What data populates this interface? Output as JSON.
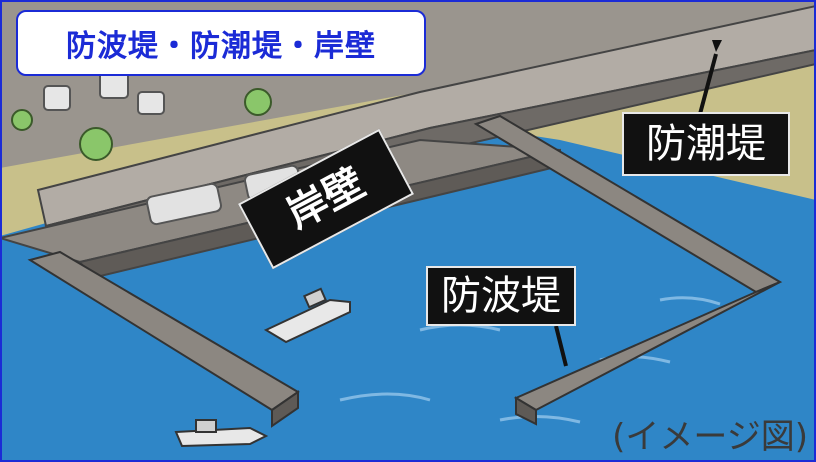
{
  "header": {
    "title": "防波堤・防潮堤・岸壁"
  },
  "labels": {
    "seawall": "防潮堤",
    "breakwater": "防波堤",
    "quay": "岸壁"
  },
  "caption": "(イメージ図)",
  "colors": {
    "sea": "#2f86c7",
    "land": "#c8c08a",
    "wall": "#8a8580",
    "accent": "#1b2bd6",
    "label_bg": "#111111"
  }
}
